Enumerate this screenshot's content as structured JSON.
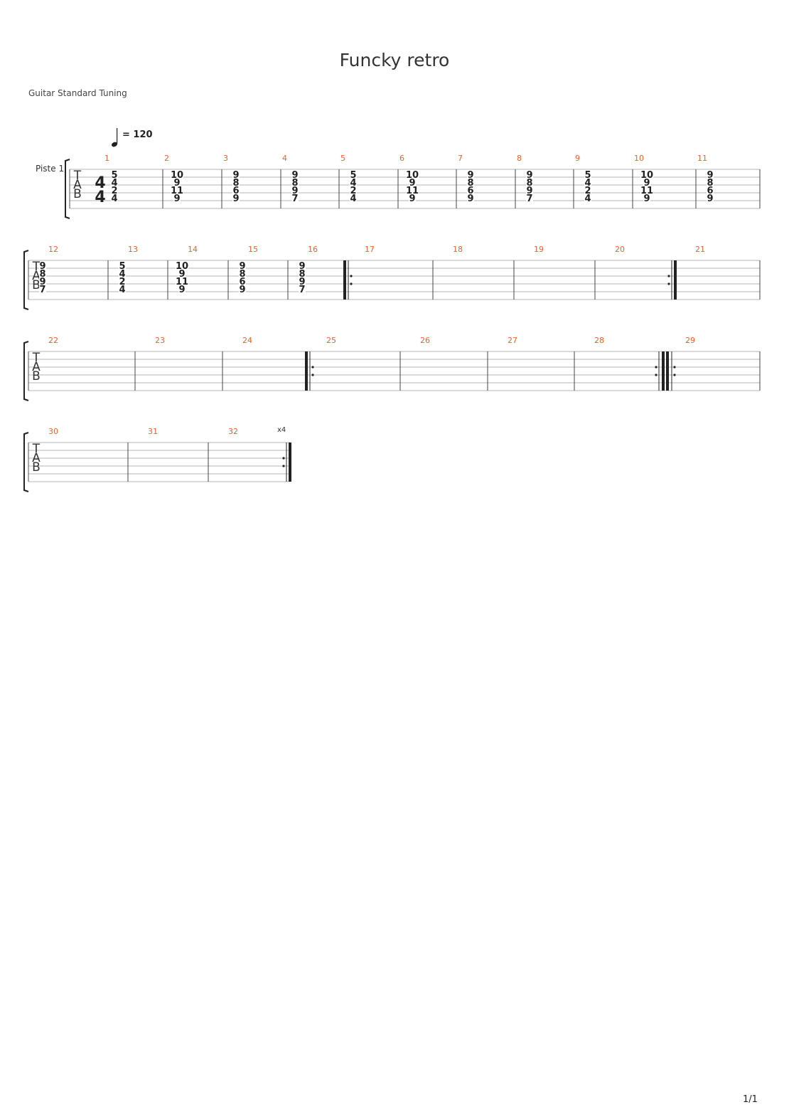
{
  "document": {
    "title": "Funcky retro",
    "tuning": "Guitar Standard Tuning",
    "page": "1/1"
  },
  "score": {
    "track_name": "Piste 1",
    "tempo": "= 120",
    "time_signature": [
      "4",
      "4"
    ],
    "tab_clef": [
      "T",
      "A",
      "B"
    ],
    "measure_color": "#e8622d",
    "repeat_label": "x4",
    "chords": {
      "c1": [
        "5",
        "4",
        "2",
        "4"
      ],
      "c2": [
        "10",
        "9",
        "11",
        "9"
      ],
      "c3": [
        "9",
        "8",
        "6",
        "9"
      ],
      "c4": [
        "9",
        "8",
        "9",
        "7"
      ]
    },
    "measure_chords": {
      "1": "c1",
      "2": "c2",
      "3": "c3",
      "4": "c4",
      "5": "c1",
      "6": "c2",
      "7": "c3",
      "8": "c4",
      "9": "c1",
      "10": "c2",
      "11": "c3",
      "12": "c4",
      "13": "c1",
      "14": "c2",
      "15": "c3",
      "16": "c4"
    },
    "measure_count": 32,
    "repeat_sections": [
      {
        "start": 17,
        "end": 20
      },
      {
        "start": 25,
        "end": 28
      },
      {
        "start": 29,
        "end": 32,
        "times": "x4"
      }
    ]
  }
}
